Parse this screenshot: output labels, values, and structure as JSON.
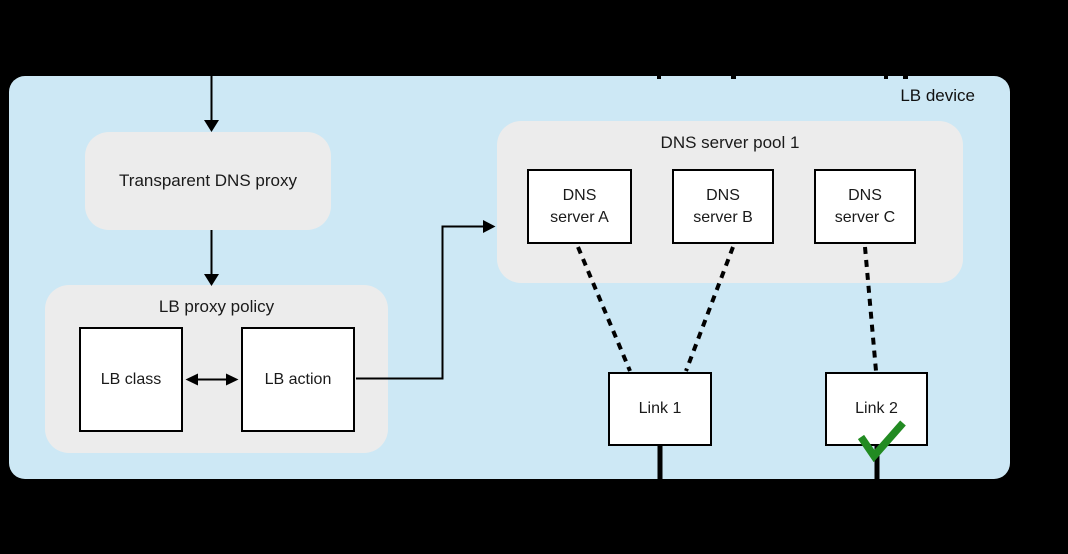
{
  "device": {
    "label": "LB device"
  },
  "proxy": {
    "label": "Transparent DNS proxy"
  },
  "policy": {
    "title": "LB proxy policy",
    "lb_class_label": "LB class",
    "lb_action_label": "LB action"
  },
  "pool": {
    "title": "DNS server pool 1",
    "servers": [
      {
        "line1": "DNS",
        "line2": "server A"
      },
      {
        "line1": "DNS",
        "line2": "server B"
      },
      {
        "line1": "DNS",
        "line2": "server C"
      }
    ]
  },
  "links": [
    {
      "label": "Link 1",
      "selected": false
    },
    {
      "label": "Link 2",
      "selected": true,
      "status_icon": "checkmark-icon"
    }
  ],
  "colors": {
    "device_fill": "#cde8f5",
    "panel_fill": "#ececec",
    "node_fill": "#ffffff",
    "line": "#000000",
    "check_green": "#228b22"
  }
}
